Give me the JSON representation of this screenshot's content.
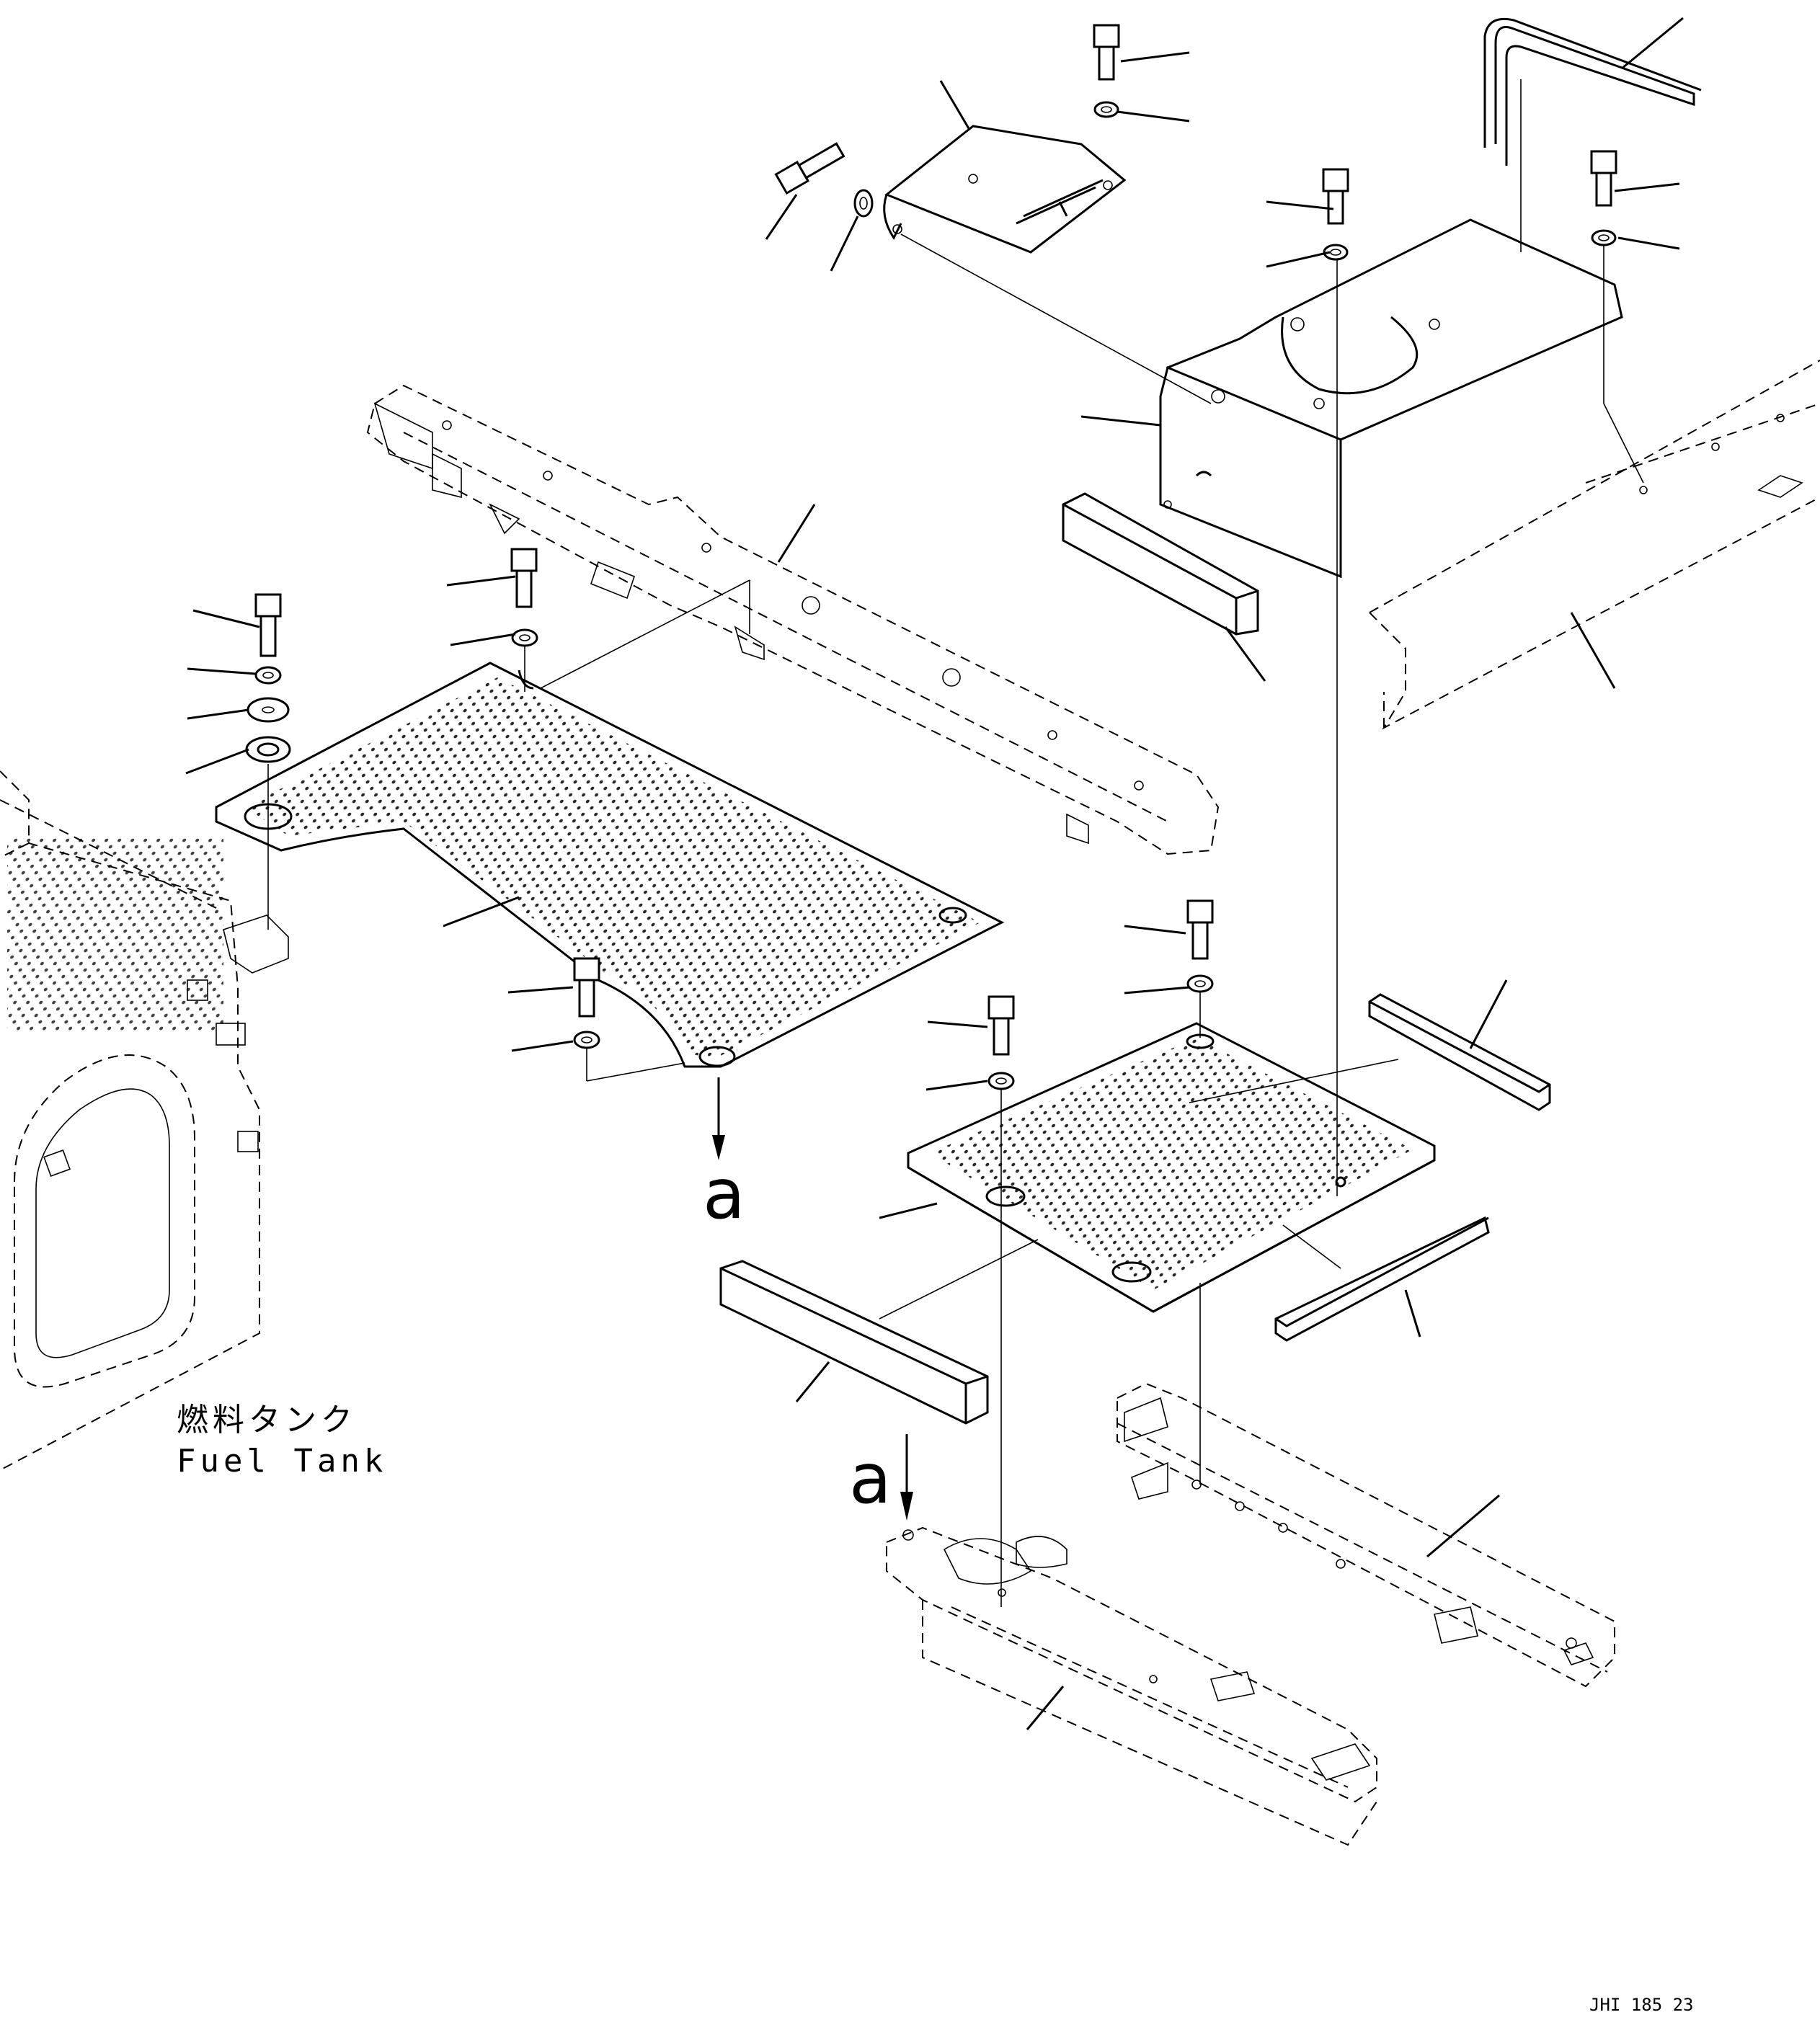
{
  "labels": {
    "fuel_tank_jp": "燃料タンク",
    "fuel_tank_en": "Fuel Tank",
    "view_marker_upper": "a",
    "view_marker_lower": "a",
    "drawing_code": "JHI  185 23"
  }
}
